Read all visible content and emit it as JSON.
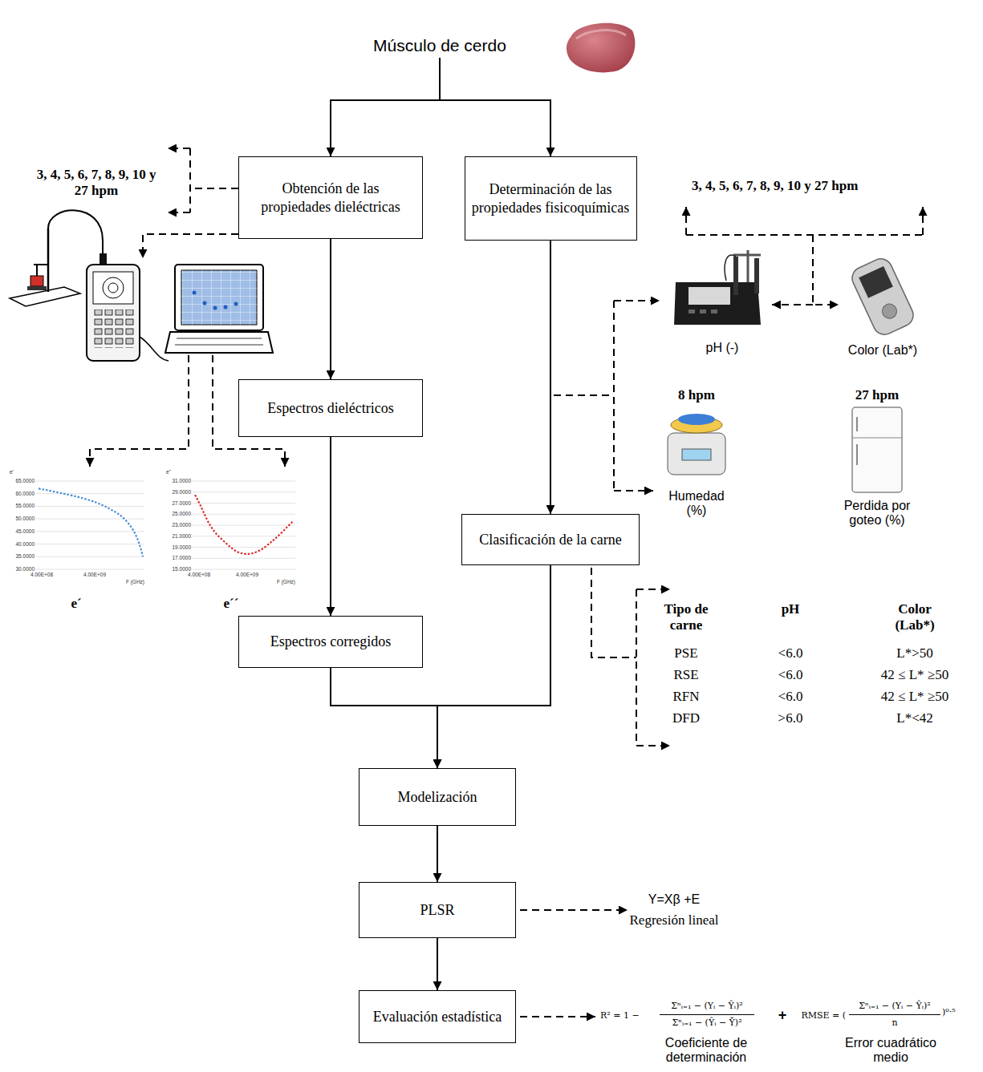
{
  "diagram": {
    "nodes": [
      {
        "text": [
          "Músculo de cerdo"
        ]
      },
      {
        "text": [
          "Obtención de las propiedades dieléctricas"
        ]
      },
      {
        "text": [
          "Determinación de las propiedades fisicoquímicas"
        ]
      },
      {
        "text": [
          "Espectros dieléctricos"
        ]
      },
      {
        "text": [
          "Clasificación de la carne"
        ]
      },
      {
        "text": [
          "Espectros corregidos"
        ]
      },
      {
        "text": [
          "Modelización"
        ]
      },
      {
        "text": [
          "PLSR"
        ]
      },
      {
        "text": [
          "Evaluación estadística"
        ]
      }
    ],
    "edges": [
      {
        "from": 0,
        "to": 1,
        "arrow": "to"
      },
      {
        "from": 0,
        "to": 2,
        "arrow": "to"
      },
      {
        "from": 1,
        "to": 3,
        "arrow": "to"
      },
      {
        "from": 2,
        "to": 4,
        "arrow": "to"
      },
      {
        "from": 3,
        "to": 5,
        "arrow": "to"
      },
      {
        "from": 5,
        "to": 6,
        "arrow": "to"
      },
      {
        "from": 4,
        "to": 6,
        "arrow": "to"
      },
      {
        "from": 6,
        "to": 7,
        "arrow": "to"
      },
      {
        "from": 7,
        "to": 8,
        "arrow": "to"
      }
    ],
    "labels": [
      "3, 4, 5, 6, 7, 8, 9, 10 y 27 hpm",
      "3, 4, 5, 6, 7, 8, 9, 10 y 27 hpm",
      "pH (-)",
      "Color (Lab*)",
      "8 hpm",
      "27 hpm",
      "Humedad (%)",
      "Perdida por goteo (%)",
      "e´",
      "e´´",
      "e'",
      "e''",
      "65.0000",
      "60.0000",
      "55.0000",
      "50.0000",
      "45.0000",
      "40.0000",
      "35.0000",
      "30.0000",
      "31.0000",
      "29.0000",
      "27.0000",
      "25.0000",
      "23.0000",
      "21.0000",
      "19.0000",
      "17.0000",
      "15.0000",
      "4.00E+08",
      "4.00E+09",
      "4.00E+08",
      "4.00E+09",
      "F (GHz)",
      "F (GHz)",
      "Tipo de carne",
      "pH",
      "Color (Lab*)",
      "PSE",
      "<6.0",
      "L*>50",
      "RSE",
      "<6.0",
      "42 ≤ L* ≥50",
      "RFN",
      "<6.0",
      "42 ≤ L* ≥50",
      "DFD",
      ">6.0",
      "L*<42",
      "Y=Xβ +E",
      "Regresión lineal",
      "R² = 1 −",
      "Σⁿᵢ₌₁ − (Yᵢ − Ŷᵢ)²",
      "Σⁿᵢ₌₁ − (Ŷᵢ − Ȳ)²",
      "+",
      "RMSE = (",
      "Σⁿᵢ₌₁ − (Yᵢ − Ŷᵢ)²",
      "n",
      ")⁰·⁵",
      "Coeficiente de determinación",
      "Error cuadrático medio"
    ]
  }
}
